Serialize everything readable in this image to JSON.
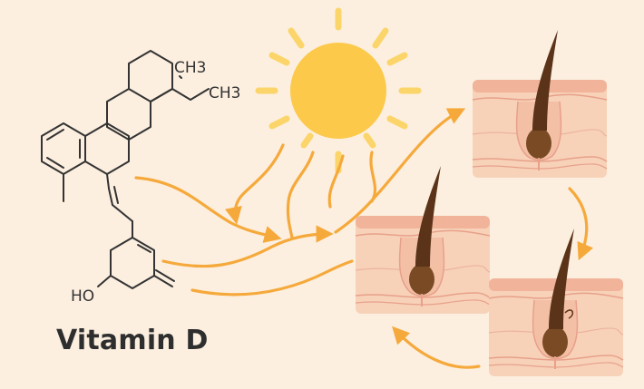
{
  "title": "Vitamin D",
  "molecule": {
    "labels": {
      "methyl_top": "CH3",
      "ethyl": "CH3",
      "hydroxyl": "HO"
    }
  },
  "colors": {
    "background": "#fcefe0",
    "sun": "#fcc94a",
    "sun_rays": "#fbd56a",
    "arrows": "#f6a93b",
    "skin": "#f7d2b8",
    "skin_top": "#f1b49a",
    "skin_lines": "#e8a08a",
    "hair": "#5a3318",
    "bulb": "#7a4a24",
    "bond": "#333333"
  },
  "icons": [
    "sun-icon",
    "hair-follicle-icon",
    "molecule-structure-icon"
  ]
}
